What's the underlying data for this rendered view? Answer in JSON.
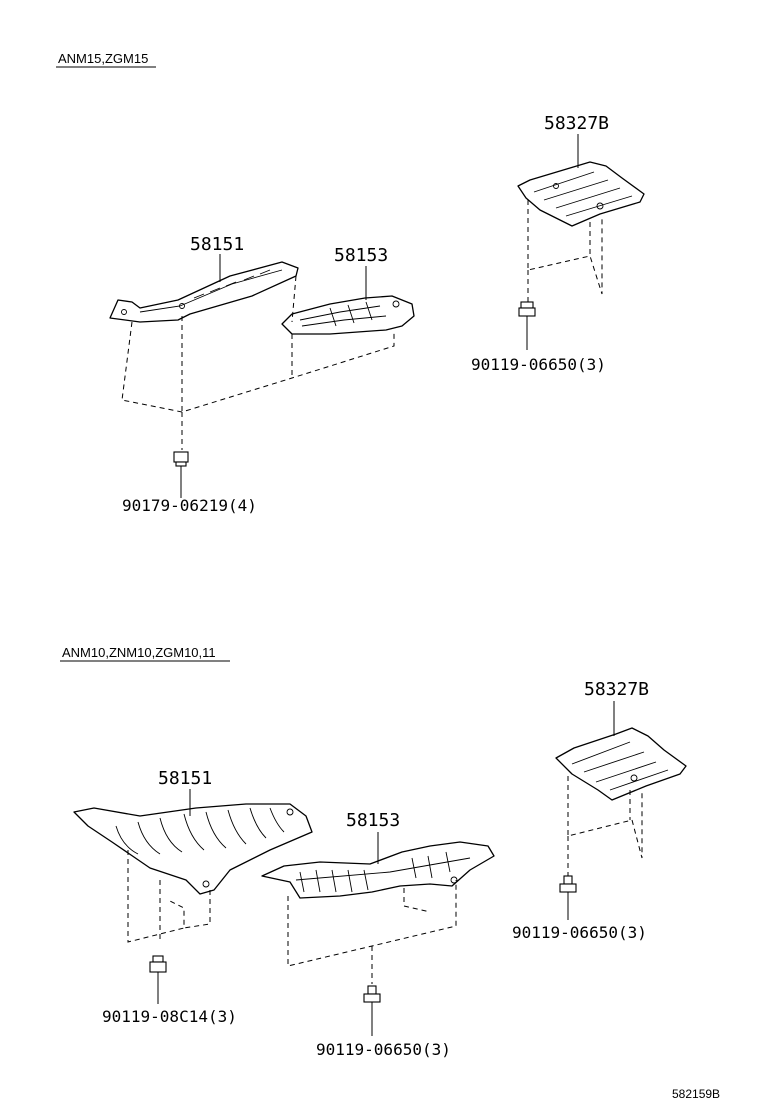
{
  "sections": [
    {
      "model_label": "ANM15,ZGM15",
      "parts": {
        "left_shield": "58151",
        "mid_shield": "58153",
        "right_shield": "58327B"
      },
      "fasteners": {
        "left": "90179-06219(4)",
        "right": "90119-06650(3)"
      }
    },
    {
      "model_label": "ANM10,ZNM10,ZGM10,11",
      "parts": {
        "left_shield": "58151",
        "mid_shield": "58153",
        "right_shield": "58327B"
      },
      "fasteners": {
        "left": "90119-08C14(3)",
        "mid": "90119-06650(3)",
        "right": "90119-06650(3)"
      }
    }
  ],
  "diagram_code": "582159B",
  "icons": [
    "heat-shield-icon",
    "bolt-icon"
  ]
}
